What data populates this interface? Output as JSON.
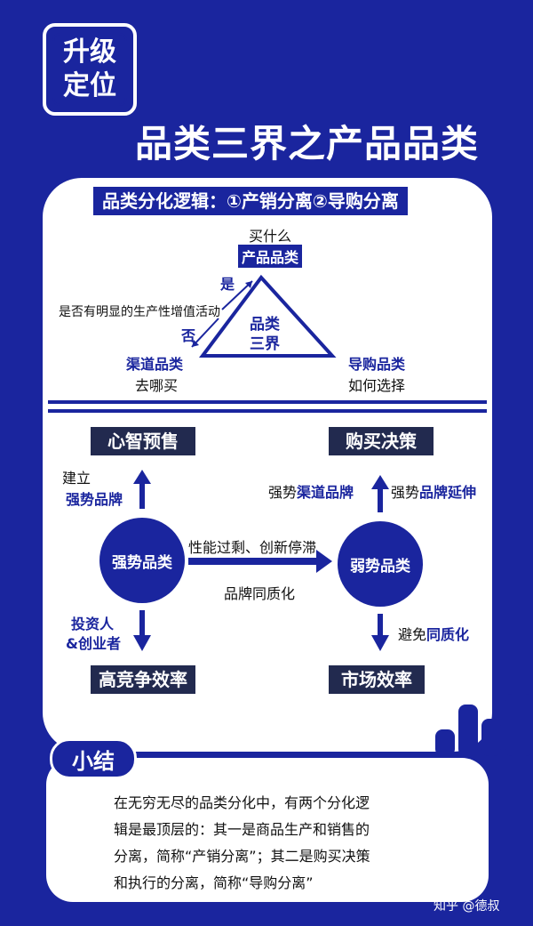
{
  "header": {
    "badge_line1": "升级",
    "badge_line2": "定位",
    "title": "品类三界之产品品类"
  },
  "section": {
    "label": "品类分化逻辑：①产销分离②导购分离"
  },
  "triangle": {
    "top_caption": "买什么",
    "top_label": "产品品类",
    "center_line1": "品类",
    "center_line2": "三界",
    "yes_label": "是",
    "no_label": "否",
    "question": "是否有明显的生产性增值活动",
    "left_label": "渠道品类",
    "left_caption": "去哪买",
    "right_label": "导购品类",
    "right_caption": "如何选择"
  },
  "flow": {
    "top_left_box": "心智预售",
    "top_right_box": "购买决策",
    "bottom_left_box": "高竞争效率",
    "bottom_right_box": "市场效率",
    "left_circle": "强势品类",
    "right_circle": "弱势品类",
    "arrow_top_label": "性能过剩、创新停滞",
    "arrow_bottom_label": "品牌同质化",
    "left_up_line1": "建立",
    "left_up_line2": "强势品牌",
    "left_down_line1": "投资人",
    "left_down_line2": "&创业者",
    "right_up_left_prefix": "强势",
    "right_up_left_highlight": "渠道品牌",
    "right_up_right_prefix": "强势",
    "right_up_right_highlight": "品牌延伸",
    "right_down_prefix": "避免",
    "right_down_highlight": "同质化"
  },
  "summary": {
    "tab": "小结",
    "lines": [
      "在无穷无尽的品类分化中，有两个分化逻",
      "辑是最顶层的：其一是商品生产和销售的",
      "分离，简称“产销分离”；其二是购买决策",
      "和执行的分离，简称“导购分离”"
    ]
  },
  "watermark": "知乎 @德叔",
  "colors": {
    "brand_blue": "#1a259e",
    "dark_box": "#222a4f",
    "white": "#ffffff"
  }
}
